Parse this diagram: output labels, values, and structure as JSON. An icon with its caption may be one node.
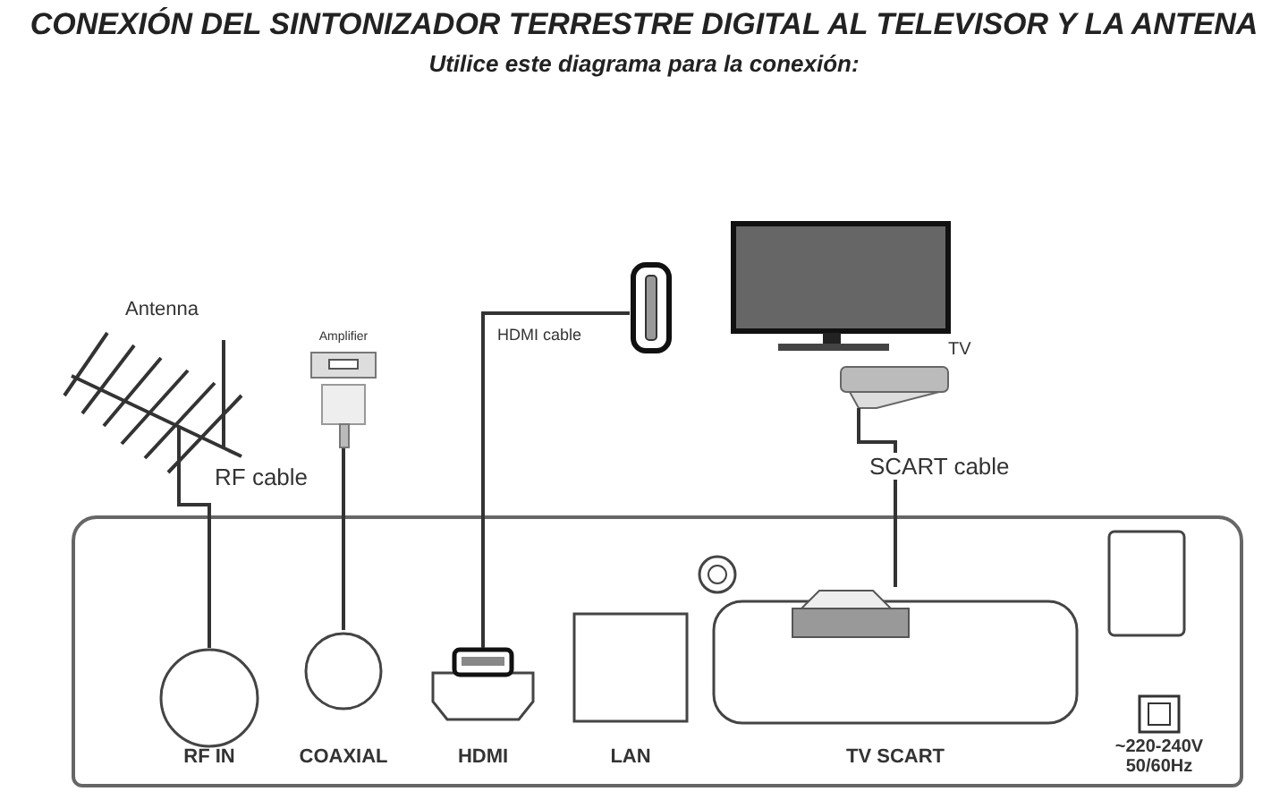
{
  "diagram": {
    "title": "CONEXIÓN DEL SINTONIZADOR TERRESTRE DIGITAL AL TELEVISOR Y LA ANTENA",
    "nodes": [
      {
        "text": [
          "Antenna"
        ]
      },
      {
        "text": [
          "Amplifier"
        ]
      },
      {
        "text": [],
        "shape": "picture"
      },
      {
        "text": [
          "TV"
        ]
      },
      {
        "text": [],
        "shape": "box"
      },
      {
        "text": [
          "RF IN"
        ],
        "in": 4
      },
      {
        "text": [
          "COAXIAL"
        ],
        "in": 4
      },
      {
        "text": [
          "HDMI"
        ],
        "in": 4
      },
      {
        "text": [
          "LAN"
        ],
        "in": 4
      },
      {
        "text": [
          "TV SCART"
        ],
        "in": 4
      },
      {
        "text": [
          "~220-240V 50/60Hz"
        ],
        "in": 4
      }
    ],
    "edges": [
      {
        "from": 0,
        "to": 5,
        "arrow": "none",
        "label": "RF cable"
      },
      {
        "from": 1,
        "to": 6,
        "arrow": "none"
      },
      {
        "from": 2,
        "to": 7,
        "arrow": "none",
        "label": "HDMI cable"
      },
      {
        "from": 3,
        "to": 9,
        "arrow": "none",
        "label": "SCART cable"
      }
    ],
    "labels": [
      "Utilice este diagrama para la conexión:"
    ]
  }
}
